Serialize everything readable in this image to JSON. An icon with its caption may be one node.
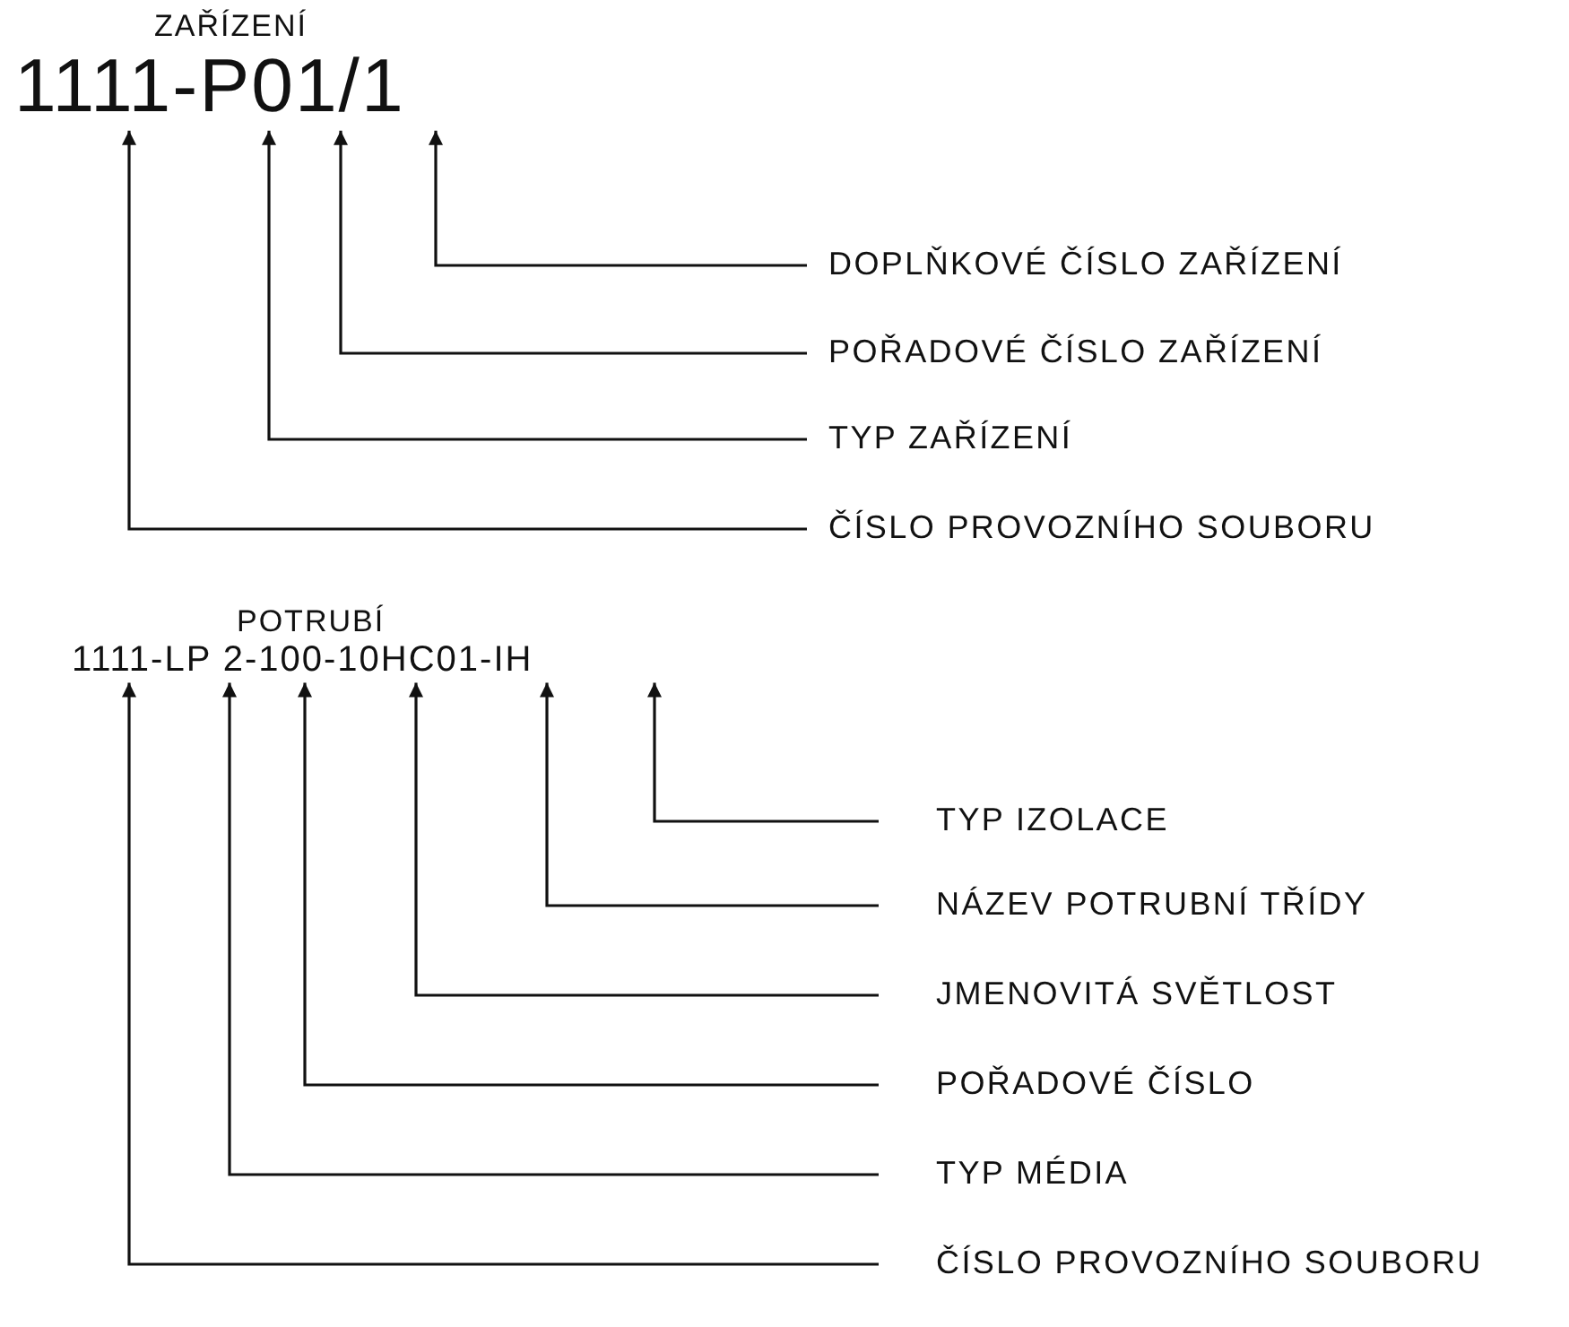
{
  "diagram": {
    "nodes": [
      {
        "text": [
          "ZAŘÍZENÍ",
          "1111-P01/1"
        ]
      },
      {
        "text": [
          "DOPLŇKOVÉ ČÍSLO ZAŘÍZENÍ"
        ]
      },
      {
        "text": [
          "POŘADOVÉ ČÍSLO ZAŘÍZENÍ"
        ]
      },
      {
        "text": [
          "TYP ZAŘÍZENÍ"
        ]
      },
      {
        "text": [
          "ČÍSLO PROVOZNÍHO SOUBORU"
        ]
      },
      {
        "text": [
          "POTRUBÍ",
          "1111-LP 2-100-10HC01-IH"
        ]
      },
      {
        "text": [
          "TYP IZOLACE"
        ]
      },
      {
        "text": [
          "NÁZEV POTRUBNÍ TŘÍDY"
        ]
      },
      {
        "text": [
          "JMENOVITÁ SVĚTLOST"
        ]
      },
      {
        "text": [
          "POŘADOVÉ ČÍSLO"
        ]
      },
      {
        "text": [
          "TYP MÉDIA"
        ]
      },
      {
        "text": [
          "ČÍSLO PROVOZNÍHO SOUBORU"
        ]
      }
    ],
    "edges": [
      {
        "from": 1,
        "to": 0,
        "arrow": "to"
      },
      {
        "from": 2,
        "to": 0,
        "arrow": "to"
      },
      {
        "from": 3,
        "to": 0,
        "arrow": "to"
      },
      {
        "from": 4,
        "to": 0,
        "arrow": "to"
      },
      {
        "from": 6,
        "to": 5,
        "arrow": "to"
      },
      {
        "from": 7,
        "to": 5,
        "arrow": "to"
      },
      {
        "from": 8,
        "to": 5,
        "arrow": "to"
      },
      {
        "from": 9,
        "to": 5,
        "arrow": "to"
      },
      {
        "from": 10,
        "to": 5,
        "arrow": "to"
      },
      {
        "from": 11,
        "to": 5,
        "arrow": "to"
      }
    ]
  }
}
